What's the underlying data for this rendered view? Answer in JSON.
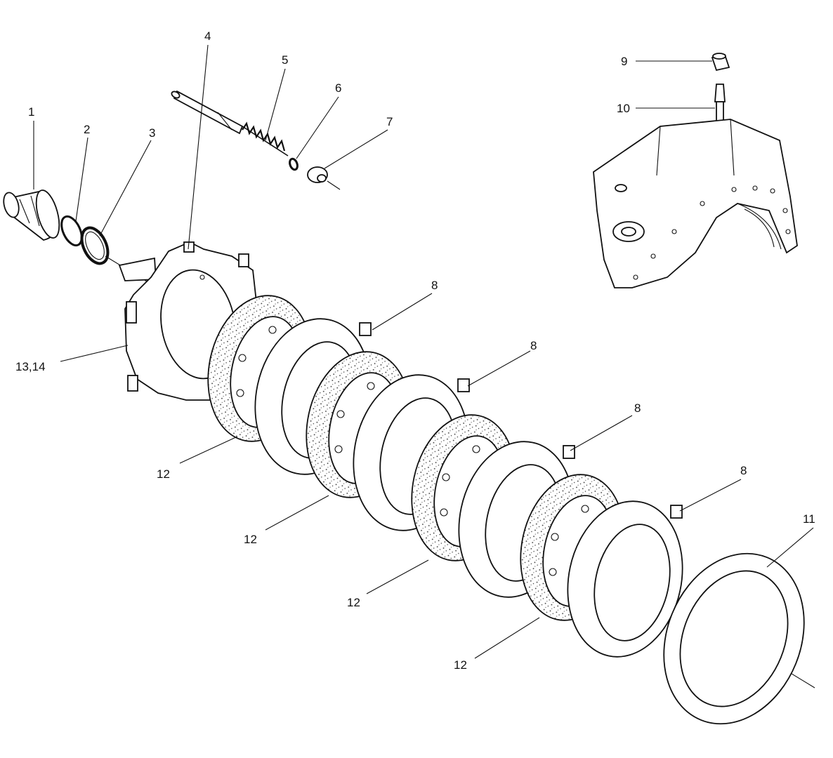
{
  "callouts": [
    {
      "id": "c1",
      "text": "1"
    },
    {
      "id": "c2",
      "text": "2"
    },
    {
      "id": "c3",
      "text": "3"
    },
    {
      "id": "c4",
      "text": "4"
    },
    {
      "id": "c5",
      "text": "5"
    },
    {
      "id": "c6",
      "text": "6"
    },
    {
      "id": "c7",
      "text": "7"
    },
    {
      "id": "c8a",
      "text": "8"
    },
    {
      "id": "c8b",
      "text": "8"
    },
    {
      "id": "c8c",
      "text": "8"
    },
    {
      "id": "c8d",
      "text": "8"
    },
    {
      "id": "c9",
      "text": "9"
    },
    {
      "id": "c10",
      "text": "10"
    },
    {
      "id": "c11",
      "text": "11"
    },
    {
      "id": "c12a",
      "text": "12"
    },
    {
      "id": "c12b",
      "text": "12"
    },
    {
      "id": "c12c",
      "text": "12"
    },
    {
      "id": "c12d",
      "text": "12"
    },
    {
      "id": "c1314",
      "text": "13,14"
    }
  ]
}
